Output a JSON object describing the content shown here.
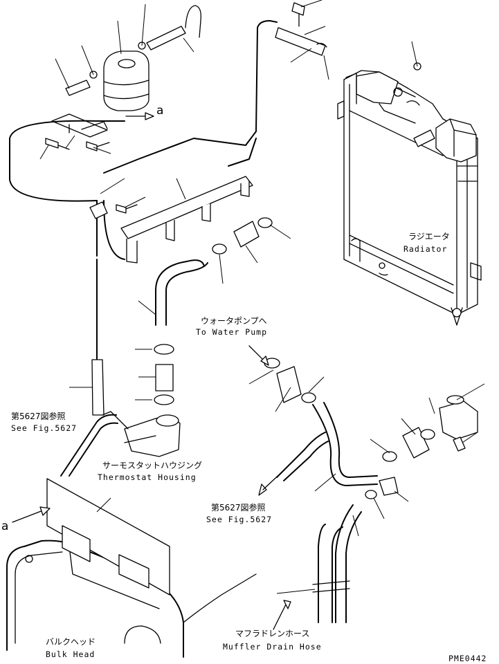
{
  "labels": {
    "radiator_jp": "ラジエータ",
    "radiator_en": "Radiator",
    "water_pump_jp": "ウォータポンプへ",
    "water_pump_en": "To Water Pump",
    "see_fig_top_jp": "第5627図参照",
    "see_fig_top_en": "See Fig.5627",
    "thermostat_jp": "サーモスタットハウジング",
    "thermostat_en": "Thermostat Housing",
    "see_fig_mid_jp": "第5627図参照",
    "see_fig_mid_en": "See Fig.5627",
    "bulkhead_jp": "バルクヘッド",
    "bulkhead_en": "Bulk Head",
    "muffler_jp": "マフラドレンホース",
    "muffler_en": "Muffler Drain Hose",
    "ref_a_top": "a",
    "ref_a_left": "a",
    "drawing_code": "PME0442"
  }
}
